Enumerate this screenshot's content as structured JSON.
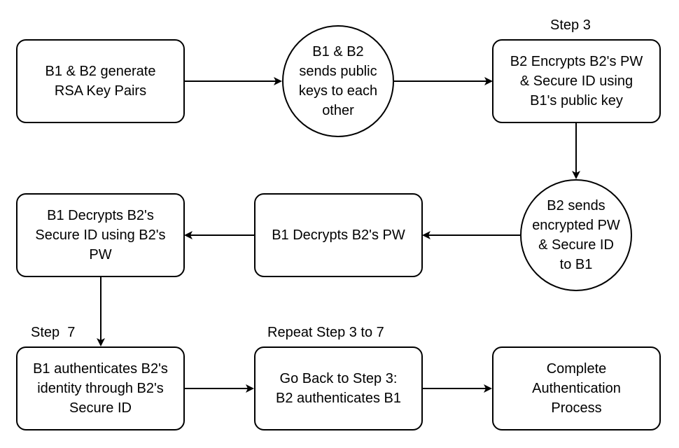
{
  "nodes": {
    "n1": "B1 & B2 generate\nRSA Key Pairs",
    "n2": "B1 & B2\nsends public\nkeys to each\nother",
    "n3": "B2 Encrypts B2's PW\n& Secure ID using\nB1's public key",
    "n4": "B2 sends\nencrypted PW\n& Secure ID\nto B1",
    "n5": "B1 Decrypts B2's PW",
    "n6": "B1 Decrypts B2's\nSecure ID using B2's\nPW",
    "n7": "B1 authenticates B2's\nidentity through B2's\nSecure ID",
    "n8": "Go Back to Step 3:\nB2 authenticates B1",
    "n9": "Complete\nAuthentication\nProcess"
  },
  "labels": {
    "step3": "Step 3",
    "step7": "Step  7",
    "repeat": "Repeat Step 3 to 7"
  }
}
